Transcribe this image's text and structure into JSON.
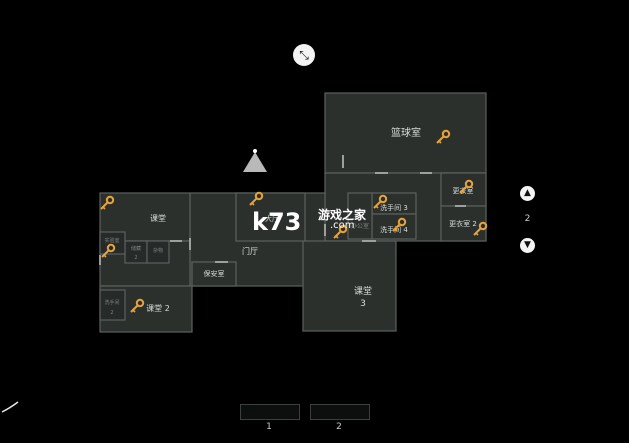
{
  "rooms": {
    "basketball": "篮球室",
    "classroom1": "课堂",
    "classroom2": "课堂 2",
    "classroom3_line1": "课堂",
    "classroom3_line2": "3",
    "hall": "门厅",
    "security": "保安室",
    "washroom3": "洗手间 3",
    "washroom4": "洗手间 4",
    "locker": "更衣室",
    "locker2": "更衣室 2",
    "hall_room": "大厅",
    "office": "办公室",
    "small_a": "储藏",
    "small_b": "杂物",
    "small_c": "2",
    "dim_left_a": "实验室",
    "dim_left_b": "洗手间",
    "dim_left_c": "2"
  },
  "floor_selector": {
    "up_icon": "chevron-up-icon",
    "down_icon": "chevron-down-icon",
    "current": "2"
  },
  "collapse_icon": "collapse-arrows-icon",
  "slots": [
    {
      "label": "1"
    },
    {
      "label": "2"
    }
  ],
  "watermark": {
    "logo": "k73",
    "text": "游戏之家",
    "sub": ".com"
  },
  "colors": {
    "key": "#e8a33a",
    "room_fill": "#2b302d",
    "background": "#000000"
  }
}
